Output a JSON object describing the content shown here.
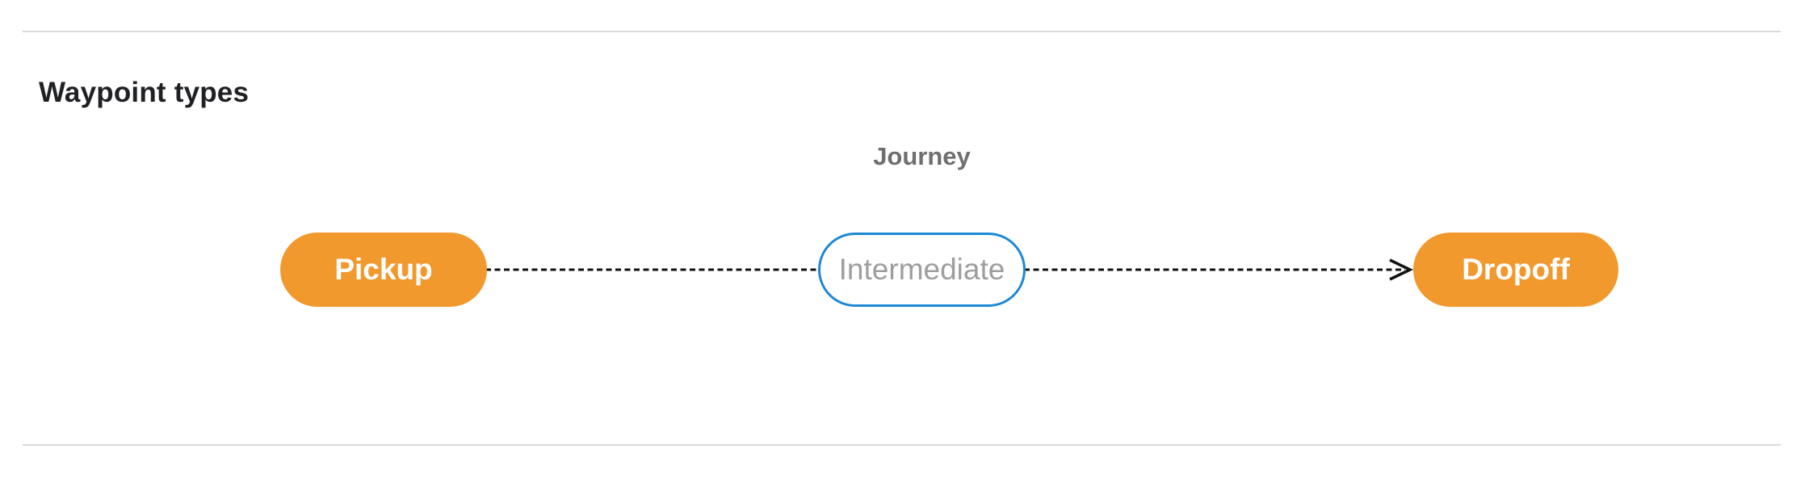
{
  "page": {
    "title": "Waypoint types"
  },
  "diagram": {
    "label": "Journey",
    "nodes": [
      {
        "id": "pickup",
        "label": "Pickup",
        "type": "terminal"
      },
      {
        "id": "intermediate",
        "label": "Intermediate",
        "type": "intermediate"
      },
      {
        "id": "dropoff",
        "label": "Dropoff",
        "type": "terminal"
      }
    ],
    "edges": [
      {
        "from": "pickup",
        "to": "dropoff",
        "via": "intermediate",
        "style": "dashed-arrow"
      }
    ],
    "colors": {
      "terminal_fill": "#f2992e",
      "terminal_text": "#ffffff",
      "intermediate_border": "#1e88d5",
      "intermediate_text": "#9e9e9e",
      "connector": "#111111",
      "journey_label_text": "#6f6f6f",
      "heading_text": "#202124",
      "divider": "#d9d9d9"
    }
  }
}
